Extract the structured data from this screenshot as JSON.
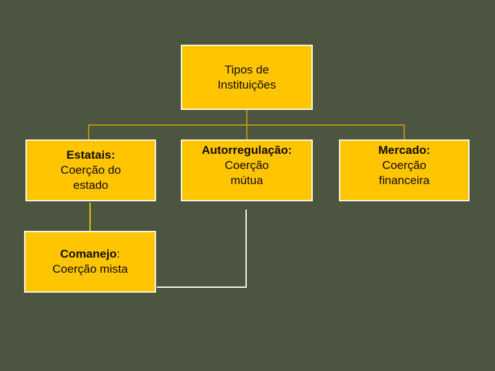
{
  "slide": {
    "background_color": "#4b5540",
    "box_fill_color": "#ffc500",
    "box_border_color": "#fbf7e4",
    "connector_gold_color": "#b2950e",
    "connector_bright_gold_color": "#e2bc12",
    "connector_white_color": "#f7f7ef",
    "text_color": "#100c00"
  },
  "nodes": {
    "tipos": {
      "line1": "Tipos de",
      "line2": "Instituições"
    },
    "estatais": {
      "title": "Estatais:",
      "title_suffix": "",
      "line2": "Coerção do",
      "line3": "estado"
    },
    "autorregulacao": {
      "title": "Autorregulação:",
      "title_suffix": "",
      "line2": "Coerção",
      "line3": "mútua"
    },
    "mercado": {
      "title": "Mercado:",
      "title_suffix": "",
      "line2": "Coerção",
      "line3": "financeira"
    },
    "comanejo": {
      "title": "Comanejo",
      "title_suffix": ":",
      "line2": "Coerção mista"
    }
  }
}
